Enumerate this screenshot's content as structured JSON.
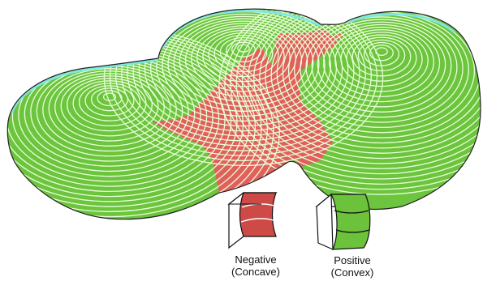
{
  "legend": {
    "negative": {
      "title": "Negative",
      "subtitle": "(Concave)",
      "color": "#cd4a46"
    },
    "positive": {
      "title": "Positive",
      "subtitle": "(Convex)",
      "color": "#6cc23a"
    }
  },
  "surface": {
    "convex_color": "#6dc43e",
    "concave_color": "#e1605c",
    "contour_color": "#e8ffd8",
    "rim_highlight": "#7fe8e0",
    "outline_color": "#222222"
  }
}
